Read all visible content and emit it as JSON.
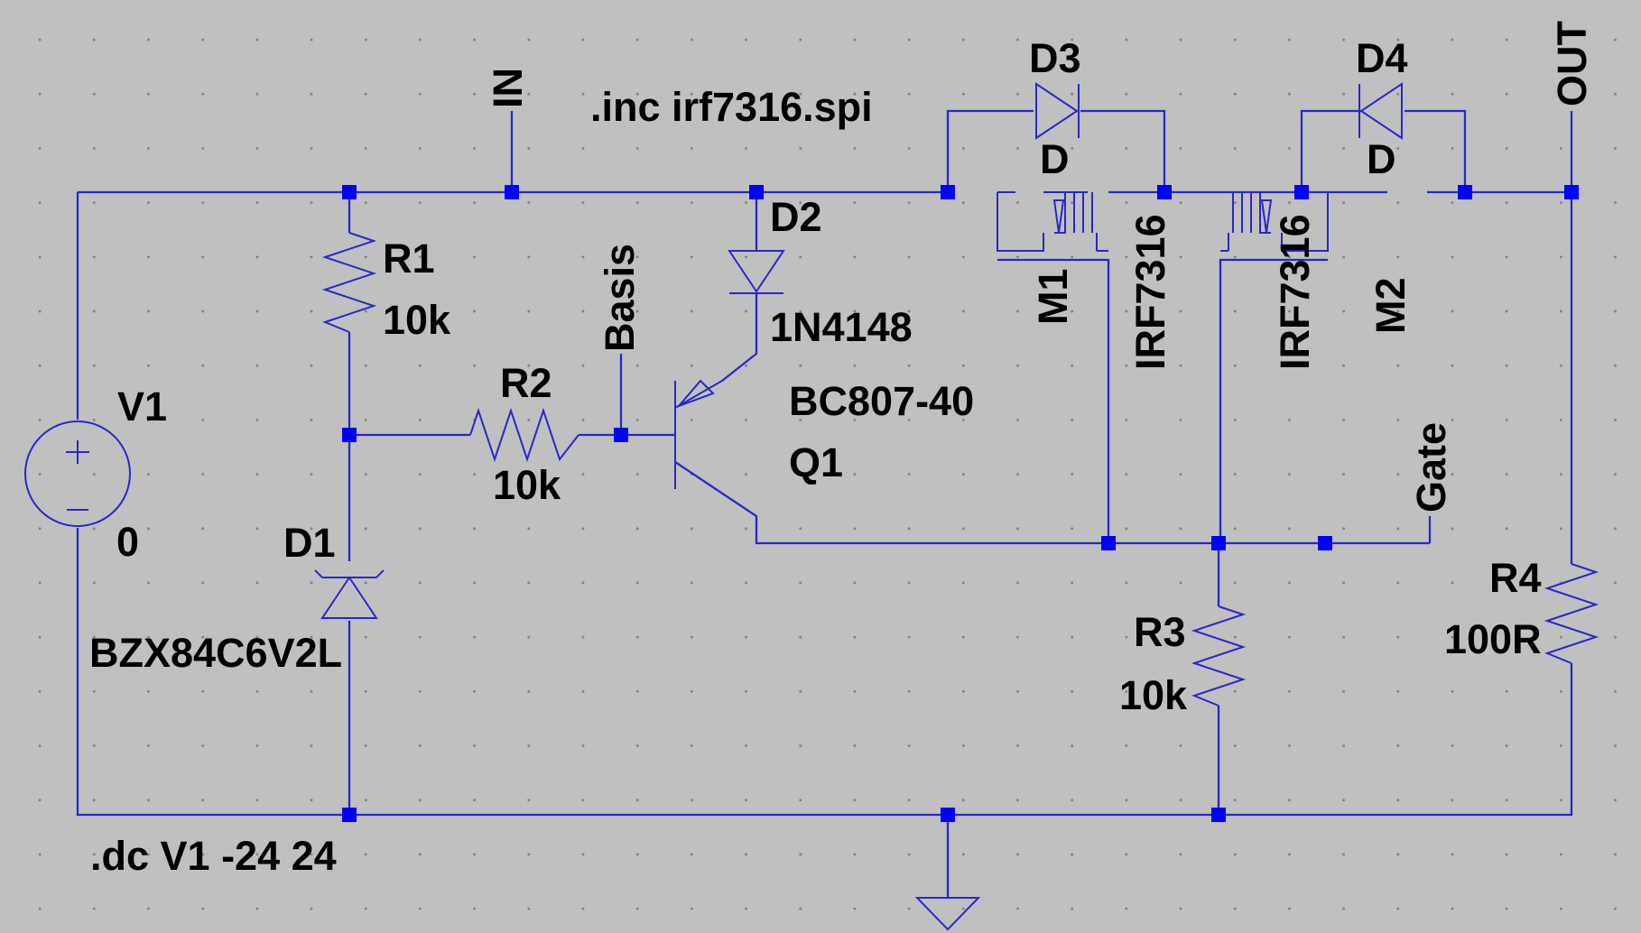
{
  "colors": {
    "background": "#c0c0c0",
    "grid_dot": "#7f7f7f",
    "wire": "#2828c8",
    "junction": "#0000ff",
    "text": "#000000"
  },
  "directives": {
    "include": ".inc irf7316.spi",
    "analysis": ".dc V1 -24 24"
  },
  "nets": {
    "in": "IN",
    "out": "OUT",
    "basis": "Basis",
    "gate": "Gate"
  },
  "components": {
    "v1": {
      "name": "V1",
      "value": "0"
    },
    "r1": {
      "name": "R1",
      "value": "10k"
    },
    "r2": {
      "name": "R2",
      "value": "10k"
    },
    "r3": {
      "name": "R3",
      "value": "10k"
    },
    "r4": {
      "name": "R4",
      "value": "100R"
    },
    "d1": {
      "name": "D1",
      "value": "BZX84C6V2L"
    },
    "d2": {
      "name": "D2",
      "value": "1N4148"
    },
    "d3": {
      "name": "D3",
      "pin": "D"
    },
    "d4": {
      "name": "D4",
      "pin": "D"
    },
    "q1": {
      "name": "Q1",
      "value": "BC807-40"
    },
    "m1": {
      "name": "M1",
      "value": "IRF7316"
    },
    "m2": {
      "name": "M2",
      "value": "IRF7316"
    }
  }
}
